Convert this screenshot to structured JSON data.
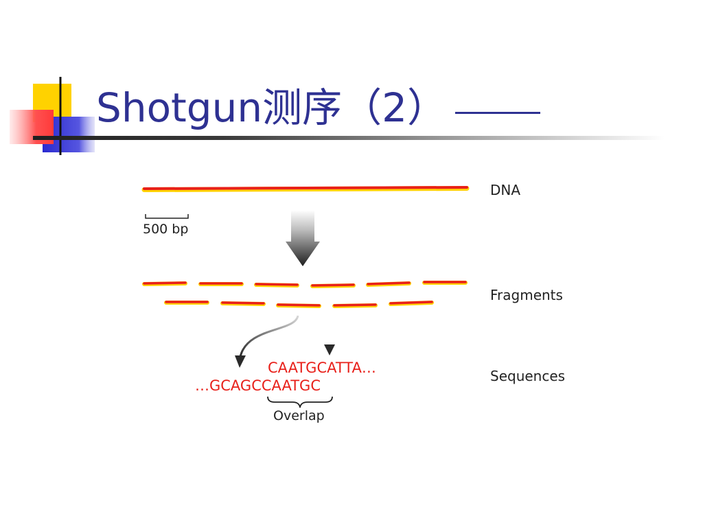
{
  "slide": {
    "title": "Shotgun测序（2）"
  },
  "diagram": {
    "dna_label": "DNA",
    "scale_label": "500 bp",
    "fragments_label": "Fragments",
    "sequences_label": "Sequences",
    "sequence_upper": "CAATGCATTA…",
    "sequence_lower": "…GCAGCCAATGC",
    "overlap_label": "Overlap"
  },
  "colors": {
    "title": "#2e3192",
    "dna_red": "#e8201a",
    "dna_yellow": "#ffd200",
    "sequence_red": "#e8201a",
    "arrow_dark": "#2a2a2a"
  }
}
